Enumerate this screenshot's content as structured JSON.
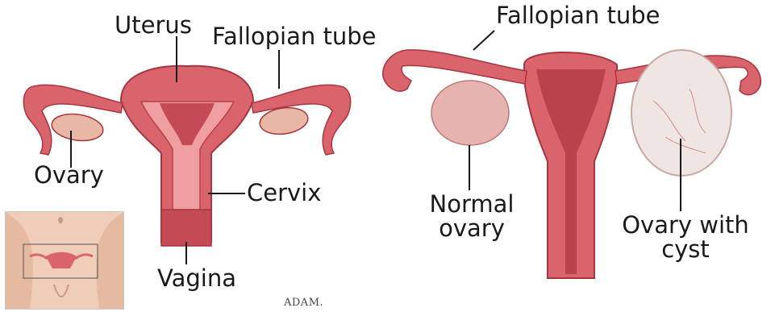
{
  "left_diagram": {
    "labels": {
      "uterus": "Uterus",
      "fallopian_tube": "Fallopian tube",
      "ovary": "Ovary",
      "cervix": "Cervix",
      "vagina": "Vagina"
    }
  },
  "right_diagram": {
    "labels": {
      "fallopian_tube": "Fallopian tube",
      "normal_ovary": "Normal ovary",
      "ovary_with_cyst": "Ovary with cyst"
    }
  },
  "logo": "ADAM.",
  "colors": {
    "tissue": "#d9646b",
    "tissue_dark": "#b8434c",
    "tissue_light": "#ef9fa2",
    "ovary": "#e9b7a5",
    "cyst": "#efe6e4",
    "skin": "#f0cdb8"
  }
}
